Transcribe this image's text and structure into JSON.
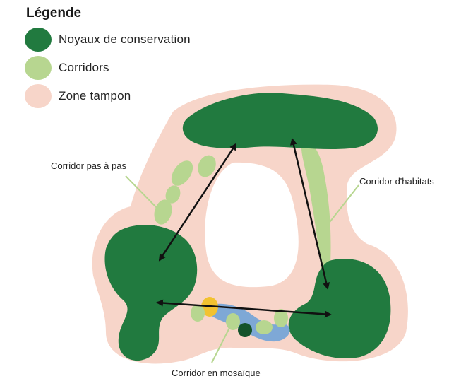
{
  "legend": {
    "title": "Légende",
    "items": [
      {
        "label": "Noyaux de conservation",
        "color": "#217a3f"
      },
      {
        "label": "Corridors",
        "color": "#b7d690"
      },
      {
        "label": "Zone tampon",
        "color": "#f7d5c9"
      }
    ]
  },
  "annotations": {
    "stepping_stone": "Corridor pas à pas",
    "habitat_corridor": "Corridor d'habitats",
    "mosaic_corridor": "Corridor en mosaïque"
  },
  "colors": {
    "core": "#217a3f",
    "core_dark": "#14532b",
    "corridor": "#b7d690",
    "buffer": "#f7d5c9",
    "water": "#7ea8d6",
    "yellow": "#f2c230",
    "arrow": "#111111",
    "leader": "#b7d690"
  }
}
